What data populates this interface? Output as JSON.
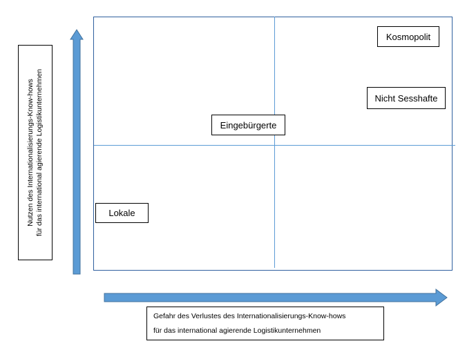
{
  "quadrants": {
    "top_right_a": "Kosmopolit",
    "top_right_b": "Nicht Sesshafte",
    "center": "Eingebürgerte",
    "bottom_left": "Lokale"
  },
  "axes": {
    "y_label_line1": "Nutzen des Internationalisierungs-Know-hows",
    "y_label_line2": "für das international  agierende Logistikunternehmen",
    "x_label_line1": "Gefahr des Verlustes des Internationalisierungs-Know-hows",
    "x_label_line2": "für das international agierende Logistikunternehmen"
  },
  "colors": {
    "arrow_fill": "#5b9bd5",
    "arrow_stroke": "#41719c",
    "divider": "#5b9bd5",
    "frame": "#2e5f9e"
  },
  "icons": {
    "y_axis": "up-arrow-icon",
    "x_axis": "right-arrow-icon"
  }
}
